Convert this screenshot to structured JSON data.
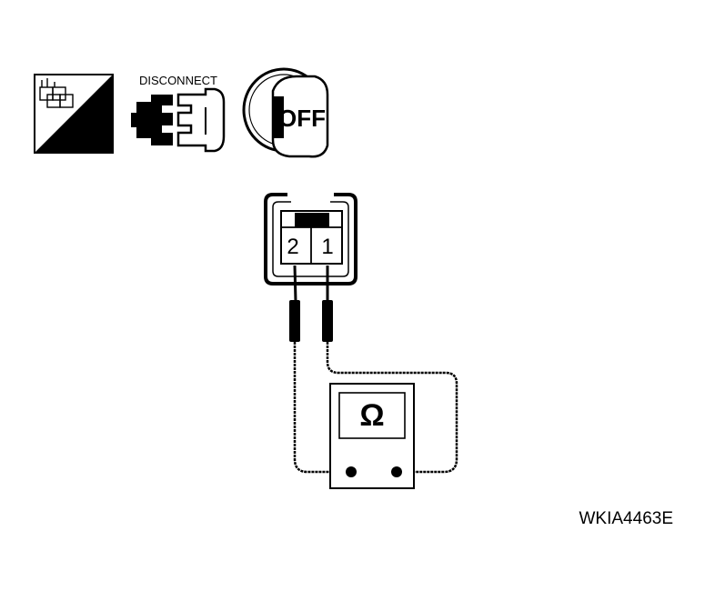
{
  "icons": {
    "ts": {
      "label": "T.S.",
      "icon": "test-harness-icon"
    },
    "disconnect": {
      "label": "DISCONNECT",
      "icon": "connector-disconnect-icon"
    },
    "ignition": {
      "label": "OFF",
      "icon": "ignition-key-off-icon"
    }
  },
  "connector": {
    "terminal_left": "2",
    "terminal_right": "1"
  },
  "meter": {
    "symbol": "Ω",
    "icon": "ohmmeter-icon"
  },
  "figure_id": "WKIA4463E",
  "colors": {
    "ink": "#000000",
    "background": "#ffffff",
    "panel": "#f2f2f2"
  }
}
